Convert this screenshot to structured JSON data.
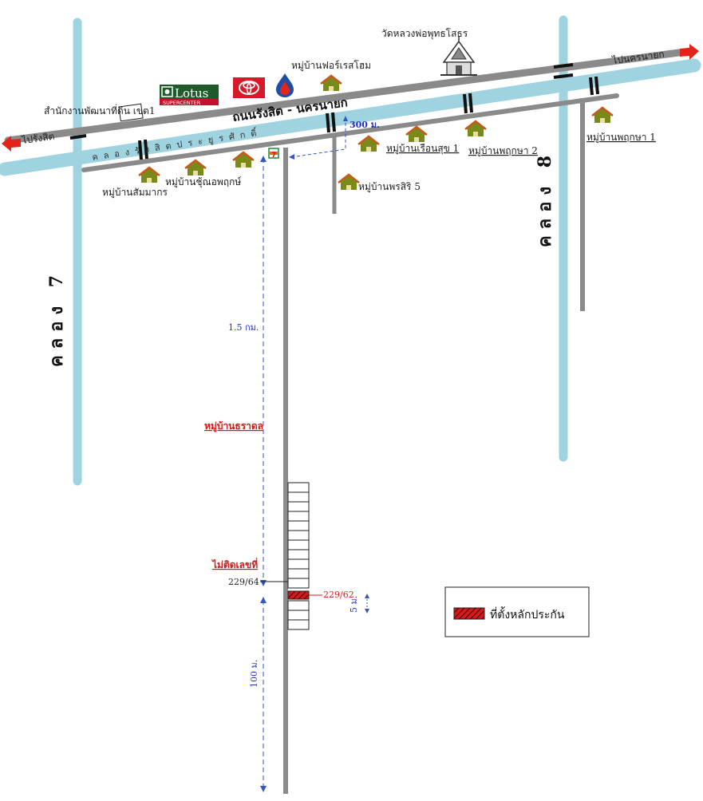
{
  "roads": {
    "main_road": "ถนนรังสิต - นครนายก",
    "to_rangsit": "ไปรังสิต",
    "to_nakhon_nayok": "ไปนครนายก"
  },
  "canals": {
    "main_canal": "คลองรังสิตประยูรศักดิ์",
    "canal_7": "คลอง 7",
    "canal_8": "คลอง 8"
  },
  "places": {
    "land_office": "สำนักงานพัฒนาที่ดิน เขต1",
    "wat": "วัดหลวงพ่อพุทธโสธร",
    "lotus_name": "Lotus",
    "lotus_sub": "SUPERCENTER",
    "seven_eleven": "7"
  },
  "villages": {
    "sammakorn": "หมู่บ้านสัมมากร",
    "chunlaphruek": "หมู่บ้านชุ้ณอพฤกษ์",
    "forest_home": "หมู่บ้านฟอร์เรสโฮม",
    "phonsiri_5": "หมู่บ้านพรสิริ 5",
    "ruean_suk_1": "หมู่บ้านเรือนสุข 1",
    "pruksa_2": "หมู่บ้านพฤกษา 2",
    "pruksa_1": "หมู่บ้านพฤกษา 1",
    "tharadol": "หมู่บ้านธราดล"
  },
  "distances": {
    "d300": "300 ม.",
    "d1_5": "1.5 กม.",
    "d5": "5 ม.",
    "d100": "100 ม."
  },
  "plots": {
    "no_number": "ไม่ติดเลขที่",
    "house_64": "229/64",
    "house_62": "229/62"
  },
  "legend": {
    "collateral_location": "ที่ตั้งหลักประกัน"
  },
  "colors": {
    "canal": "#9fd3e0",
    "road": "#8a8a8a",
    "bridge": "#111111",
    "arrow": "#e2231a",
    "house_roof": "#c85a1a",
    "house_body": "#7a8a1a",
    "distance_line": "#3355cc",
    "collateral": "#d41a1a"
  },
  "icons": {
    "direction_arrow": "arrow-icon",
    "house": "house-icon",
    "temple": "temple-icon",
    "toyota": "toyota-logo-icon",
    "ptt": "ptt-flame-icon",
    "lotus": "lotus-logo-icon",
    "seven_eleven": "seven-eleven-icon"
  }
}
